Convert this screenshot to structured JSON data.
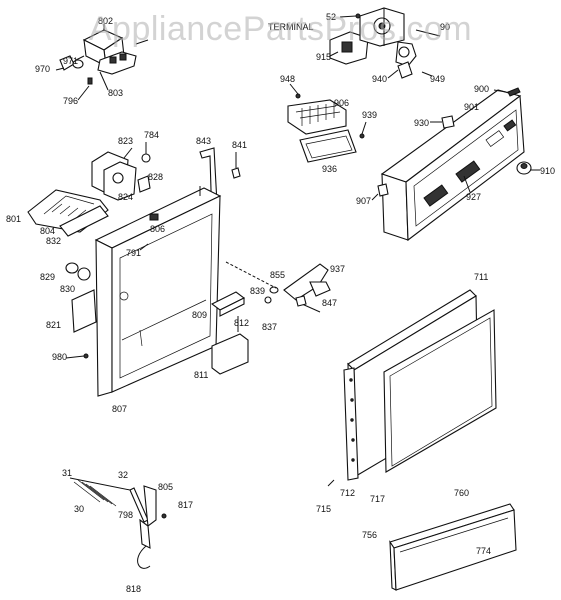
{
  "watermark": "AppliancePartsPros.com",
  "header_fragment": "TERMINAL",
  "labels": {
    "p802": "802",
    "p971": "971",
    "p970": "970",
    "p796": "796",
    "p803": "803",
    "p52": "52",
    "p915": "915",
    "p90x": "90",
    "p940": "940",
    "p949": "949",
    "p948": "948",
    "p906": "906",
    "p939": "939",
    "p936": "936",
    "p900": "900",
    "p901": "901",
    "p930": "930",
    "p910": "910",
    "p907": "907",
    "p927": "927",
    "p823": "823",
    "p784": "784",
    "p843": "843",
    "p841": "841",
    "p828": "828",
    "p824": "824",
    "p801": "801",
    "p804": "804",
    "p832": "832",
    "p806": "806",
    "p791": "791",
    "p829": "829",
    "p830": "830",
    "p821": "821",
    "p980": "980",
    "p807": "807",
    "p839": "839",
    "p855": "855",
    "p937": "937",
    "p809": "809",
    "p812": "812",
    "p837": "837",
    "p847": "847",
    "p811": "811",
    "p711": "711",
    "p715": "715",
    "p712": "712",
    "p717": "717",
    "p31": "31",
    "p32": "32",
    "p30": "30",
    "p798": "798",
    "p805": "805",
    "p817": "817",
    "p818": "818",
    "p760": "760",
    "p756": "756",
    "p774": "774"
  }
}
